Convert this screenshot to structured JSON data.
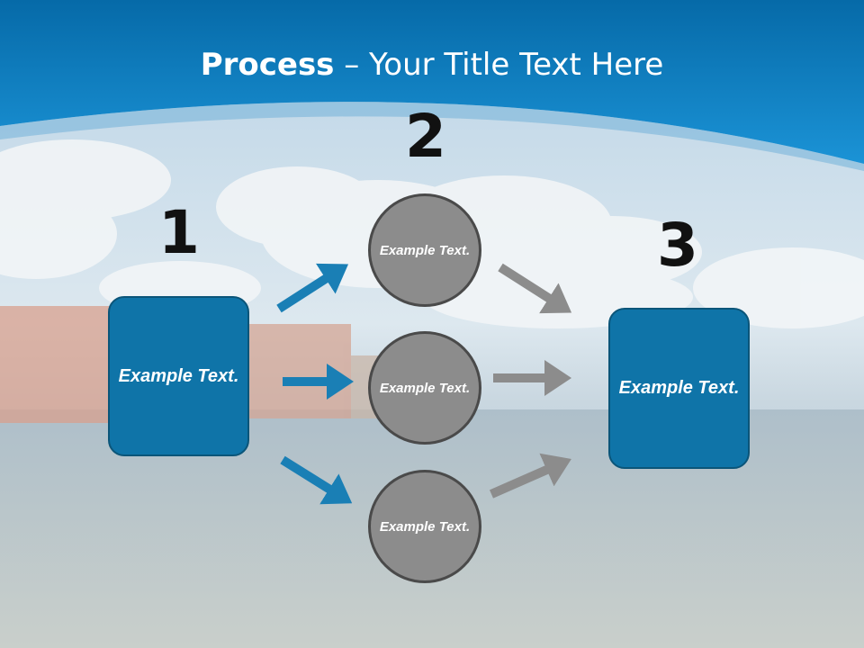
{
  "title": {
    "bold": "Process",
    "rest": " – Your Title Text Here"
  },
  "steps": {
    "one": "1",
    "two": "2",
    "three": "3"
  },
  "nodes": {
    "left_box": "Example Text.",
    "circle_top": "Example Text.",
    "circle_middle": "Example Text.",
    "circle_bottom": "Example Text.",
    "right_box": "Example Text."
  },
  "colors": {
    "box_fill": "#0f74a8",
    "blue_arrow": "#1a7fb5",
    "gray_arrow": "#8c8c8c",
    "circle_fill": "#8c8c8c",
    "banner": "#0a7cc0"
  }
}
